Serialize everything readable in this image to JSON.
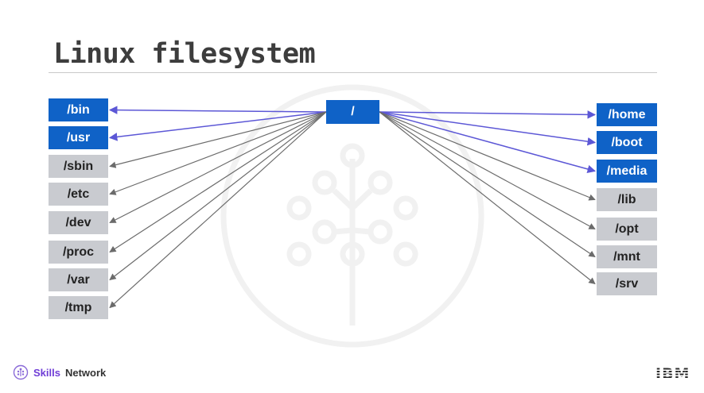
{
  "slide": {
    "title": "Linux filesystem"
  },
  "colors": {
    "blue": "#0f62c7",
    "gray": "#c9cbd0",
    "blue_line": "#5c57d6",
    "gray_line": "#6b6b6b"
  },
  "diagram": {
    "root": {
      "label": "/"
    },
    "left_dirs": [
      {
        "label": "/bin",
        "highlight": true
      },
      {
        "label": "/usr",
        "highlight": true
      },
      {
        "label": "/sbin",
        "highlight": false
      },
      {
        "label": "/etc",
        "highlight": false
      },
      {
        "label": "/dev",
        "highlight": false
      },
      {
        "label": "/proc",
        "highlight": false
      },
      {
        "label": "/var",
        "highlight": false
      },
      {
        "label": "/tmp",
        "highlight": false
      }
    ],
    "right_dirs": [
      {
        "label": "/home",
        "highlight": true
      },
      {
        "label": "/boot",
        "highlight": true
      },
      {
        "label": "/media",
        "highlight": true
      },
      {
        "label": "/lib",
        "highlight": false
      },
      {
        "label": "/opt",
        "highlight": false
      },
      {
        "label": "/mnt",
        "highlight": false
      },
      {
        "label": "/srv",
        "highlight": false
      }
    ]
  },
  "footer": {
    "brand_skills": "Skills",
    "brand_network": "Network",
    "company": "IBM"
  }
}
